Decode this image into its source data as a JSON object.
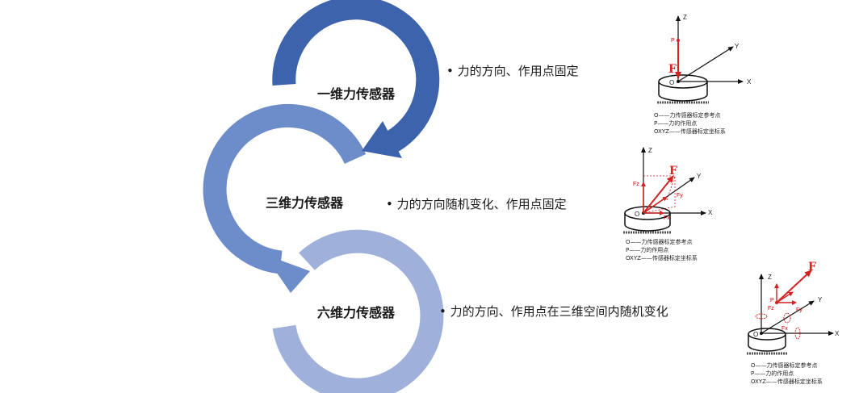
{
  "colors": {
    "ring1": "#3e63ad",
    "ring2": "#6d8cca",
    "ring3": "#9fb1da",
    "force_red": "#d22222"
  },
  "stages": [
    {
      "title": "一维力传感器",
      "bullet": "• 力的方向、作用点固定"
    },
    {
      "title": "三维力传感器",
      "bullet": "• 力的方向随机变化、作用点固定"
    },
    {
      "title": "六维力传感器",
      "bullet": "• 力的方向、作用点在三维空间内随机变化"
    }
  ],
  "diagrams": [
    {
      "axes": {
        "z": "Z",
        "y": "Y",
        "x": "X",
        "origin": "O"
      },
      "force": "F",
      "point": "P",
      "legend": [
        "O——力传感器标定参考点",
        "P——力的作用点",
        "OXYZ——传感器标定坐标系"
      ]
    },
    {
      "axes": {
        "z": "Z",
        "y": "Y",
        "x": "X",
        "origin": "O"
      },
      "force": "F",
      "components": [
        "Fz",
        "Fy",
        "Fx"
      ],
      "legend": [
        "O——力传感器标定参考点",
        "P——力的作用点",
        "OXYZ——传感器标定坐标系"
      ]
    },
    {
      "axes": {
        "z": "Z",
        "y": "Y",
        "x": "X",
        "origin": "O"
      },
      "force": "F",
      "point": "P",
      "components": [
        "Fz",
        "Fy",
        "Fx"
      ],
      "legend": [
        "O——力传感器标定参考点",
        "P——力的作用点",
        "OXYZ——传感器标定坐标系"
      ]
    }
  ]
}
